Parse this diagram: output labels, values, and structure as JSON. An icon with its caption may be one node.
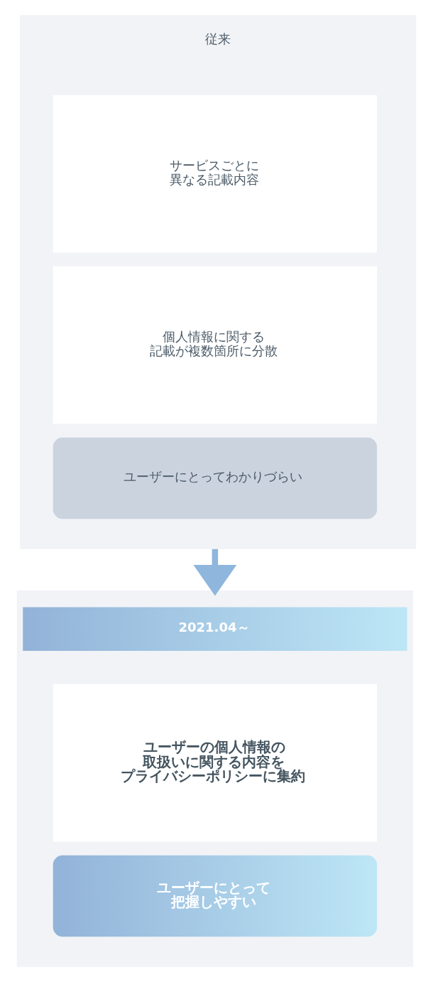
{
  "diagram": {
    "nodes": [
      {
        "text": [
          "従来"
        ]
      },
      {
        "text": [
          "サービスごとに異なる記載内容"
        ],
        "in": 0
      },
      {
        "text": [
          "個人情報に関する記載が複数箇所に分散"
        ],
        "in": 0
      },
      {
        "text": [
          "ユーザーにとってわかりづらい"
        ],
        "in": 0
      },
      {
        "text": [
          "2021.04～"
        ]
      },
      {
        "text": [
          "ユーザーの個人情報の取扱いに関する内容をプライバシーポリシーに集約"
        ],
        "in": 4
      },
      {
        "text": [
          "ユーザーにとって把握しやすい"
        ],
        "in": 4
      }
    ],
    "edges": [
      {
        "from": 0,
        "to": 4,
        "arrow": "to"
      }
    ]
  }
}
